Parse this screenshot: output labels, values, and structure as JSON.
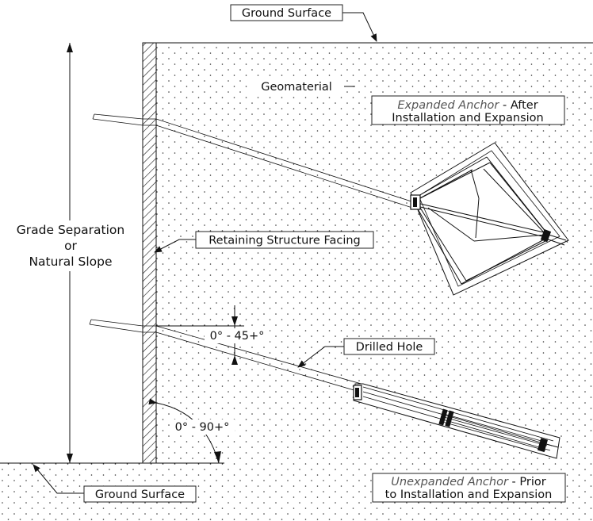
{
  "labels": {
    "ground_surface_top": "Ground Surface",
    "ground_surface_bottom": "Ground Surface",
    "geomaterial": "Geomaterial",
    "expanded_anchor_italic": "Expanded Anchor",
    "expanded_anchor_rest": " - After",
    "expanded_anchor_line2": "Installation and Expansion",
    "unexpanded_anchor_italic": "Unexpanded Anchor",
    "unexpanded_anchor_rest": " - Prior",
    "unexpanded_anchor_line2": "to Installation and Expansion",
    "grade_line1": "Grade Separation",
    "grade_line2": "or",
    "grade_line3": "Natural Slope",
    "retaining_structure": "Retaining Structure Facing",
    "drilled_hole": "Drilled Hole",
    "angle_hole": "0° - 45+°",
    "angle_wall": "0° - 90+°"
  },
  "colors": {
    "line": "#111111",
    "italic_text": "#555555",
    "dots": "#333333"
  }
}
